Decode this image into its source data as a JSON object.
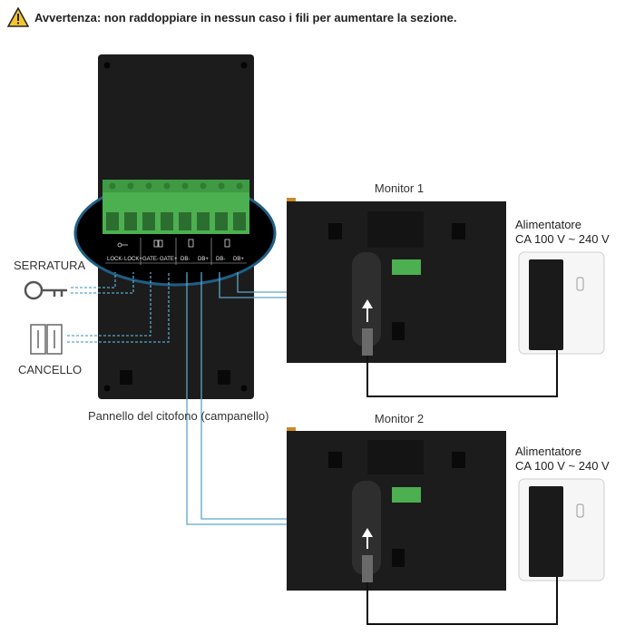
{
  "warning": {
    "text": "Avvertenza: non raddoppiare in nessun caso i fili per aumentare la sezione.",
    "icon": "warning-triangle-icon"
  },
  "panel": {
    "label": "Pannello del citofono (campanello)",
    "terminals": [
      "LOCK-",
      "LOCK+",
      "GATE-",
      "GATE+",
      "DB-",
      "DB+",
      "DB-",
      "DB+"
    ]
  },
  "devices": {
    "lock_label": "SERRATURA",
    "gate_label": "CANCELLO"
  },
  "monitors": [
    {
      "label": "Monitor 1",
      "psu_title": "Alimentatore",
      "psu_spec": "CA 100 V ~ 240 V"
    },
    {
      "label": "Monitor 2",
      "psu_title": "Alimentatore",
      "psu_spec": "CA 100 V ~ 240 V"
    }
  ],
  "colors": {
    "wire": "#5aa6c8",
    "terminal_green": "#4caf50",
    "highlight": "#1f5f86",
    "device_body": "#1c1c1c"
  }
}
